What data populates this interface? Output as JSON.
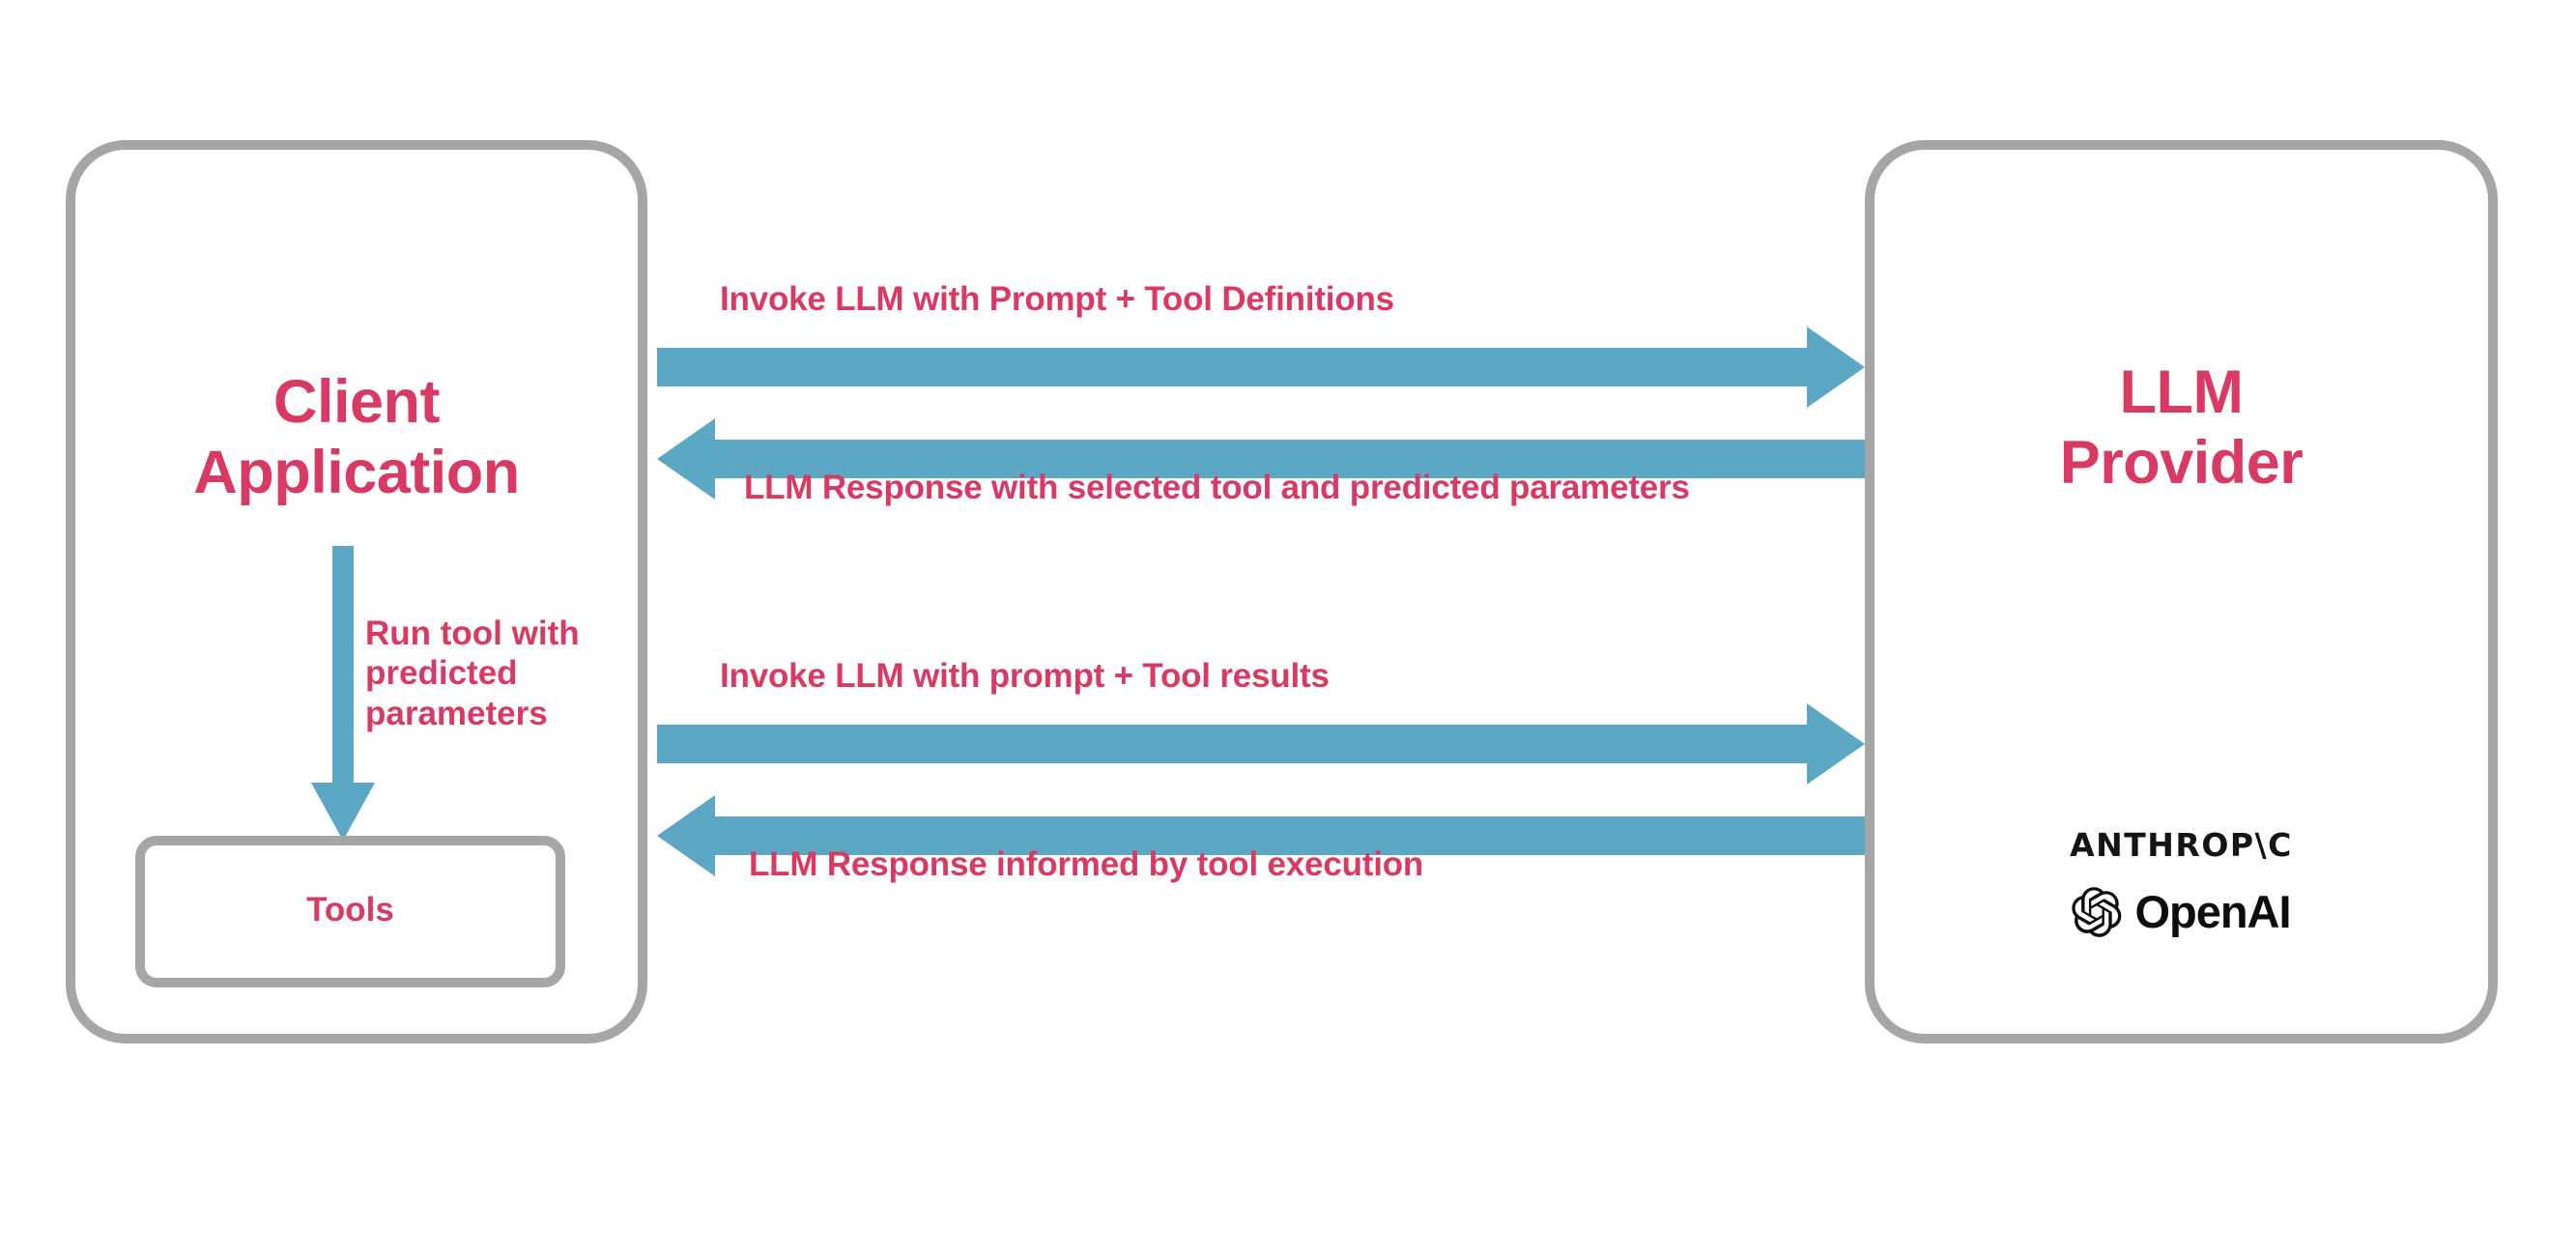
{
  "diagram": {
    "title": "LLM Tool Calling Flow",
    "colors": {
      "accent_text": "#d93a63",
      "arrow": "#5ba7c4",
      "box_border": "#a6a6a6",
      "background": "#ffffff",
      "logo_text": "#0d0d0d"
    }
  },
  "client": {
    "title": "Client\nApplication",
    "title_line1": "Client",
    "title_line2": "Application",
    "tools_label": "Tools",
    "internal_arrow_label": "Run tool with predicted parameters"
  },
  "provider": {
    "title_line1": "LLM",
    "title_line2": "Provider",
    "logos": [
      {
        "name": "anthropic-logo",
        "text": "ANTHROP\\C"
      },
      {
        "name": "openai-logo",
        "text": "OpenAI"
      }
    ]
  },
  "flows": [
    {
      "id": "flow-1",
      "direction": "right",
      "label": "Invoke LLM with Prompt + Tool Definitions"
    },
    {
      "id": "flow-2",
      "direction": "left",
      "label": "LLM Response with selected tool and predicted parameters"
    },
    {
      "id": "flow-3",
      "direction": "right",
      "label": "Invoke LLM with prompt + Tool results"
    },
    {
      "id": "flow-4",
      "direction": "left",
      "label": "LLM Response informed by tool execution"
    }
  ]
}
